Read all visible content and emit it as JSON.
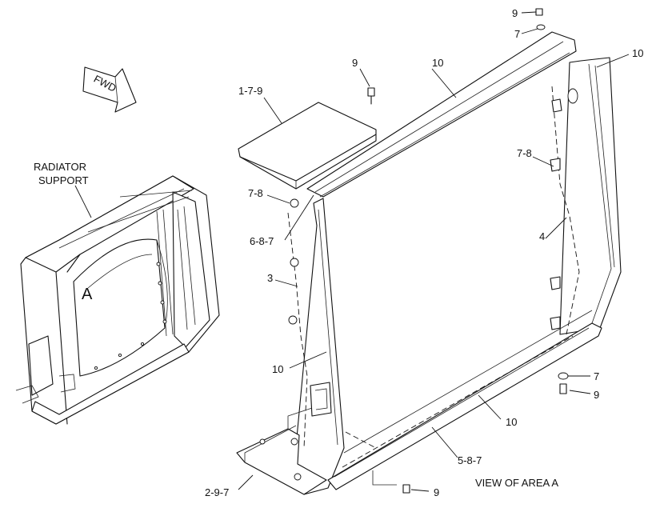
{
  "labels": {
    "fwd": "FWD",
    "radiator_support_line1": "RADIATOR",
    "radiator_support_line2": "SUPPORT",
    "area_a": "A",
    "view_of_area": "VIEW OF AREA  A",
    "callouts": {
      "c_9_top": "9",
      "c_7_top": "7",
      "c_9_mid": "9",
      "c_10_top": "10",
      "c_10_right": "10",
      "c_1_7_9": "1-7-9",
      "c_7_8_left": "7-8",
      "c_6_8_7": "6-8-7",
      "c_7_8_right": "7-8",
      "c_4": "4",
      "c_3": "3",
      "c_10_left": "10",
      "c_7_bottom": "7",
      "c_9_bottom_right": "9",
      "c_10_bottom": "10",
      "c_5_8_7": "5-8-7",
      "c_2_9_7": "2-9-7",
      "c_9_bottom": "9"
    }
  }
}
